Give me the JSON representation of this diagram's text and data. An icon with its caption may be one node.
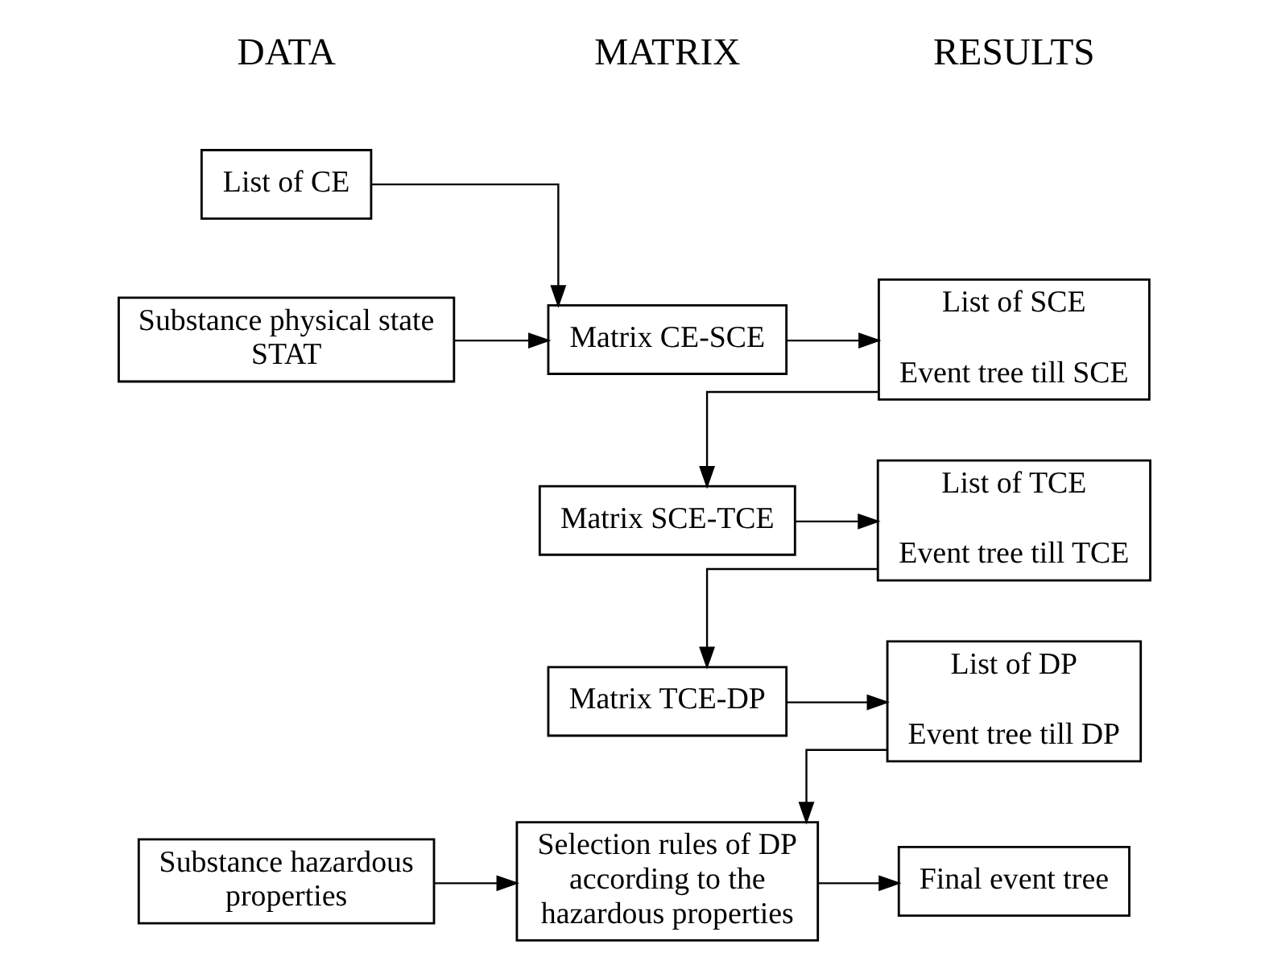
{
  "diagram": {
    "nodes": [
      {
        "text": [
          "List of CE"
        ]
      },
      {
        "text": [
          "Substance physical state STAT"
        ]
      },
      {
        "text": [
          "Matrix CE-SCE"
        ]
      },
      {
        "text": [
          "List of SCE",
          "Event tree till SCE"
        ]
      },
      {
        "text": [
          "Matrix SCE-TCE"
        ]
      },
      {
        "text": [
          "List of TCE",
          "Event tree till TCE"
        ]
      },
      {
        "text": [
          "Matrix TCE-DP"
        ]
      },
      {
        "text": [
          "List of DP",
          "Event tree till DP"
        ]
      },
      {
        "text": [
          "Substance hazardous properties"
        ]
      },
      {
        "text": [
          "Selection rules of DP according to the hazardous properties"
        ]
      },
      {
        "text": [
          "Final event tree"
        ]
      }
    ],
    "edges": [
      {
        "from": 0,
        "to": 2,
        "arrow": "to"
      },
      {
        "from": 1,
        "to": 2,
        "arrow": "to"
      },
      {
        "from": 2,
        "to": 3,
        "arrow": "to"
      },
      {
        "from": 3,
        "to": 4,
        "arrow": "to"
      },
      {
        "from": 4,
        "to": 5,
        "arrow": "to"
      },
      {
        "from": 5,
        "to": 6,
        "arrow": "to"
      },
      {
        "from": 6,
        "to": 7,
        "arrow": "to"
      },
      {
        "from": 7,
        "to": 9,
        "arrow": "to"
      },
      {
        "from": 8,
        "to": 9,
        "arrow": "to"
      },
      {
        "from": 9,
        "to": 10,
        "arrow": "to"
      }
    ],
    "labels": [
      "DATA",
      "MATRIX",
      "RESULTS"
    ]
  }
}
